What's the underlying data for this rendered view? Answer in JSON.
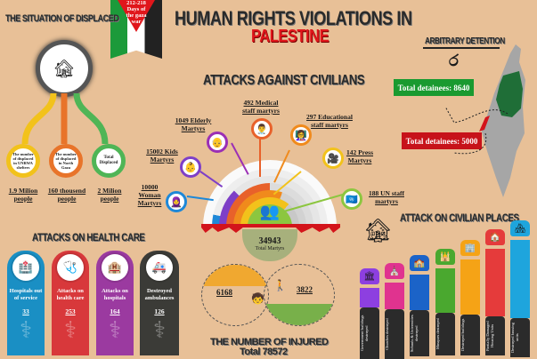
{
  "header": {
    "title_line1": "HUMAN RIGHTS VIOLATIONS IN",
    "title_line2": "PALESTINE",
    "flag_banner": "212-218 Days of the gaza war"
  },
  "colors": {
    "background": "#e8c097",
    "red": "#e0161b",
    "green": "#1f8f3a",
    "black": "#222222"
  },
  "displaced": {
    "title": "THE SITUATION OF DISPLACED",
    "icon": "displaced-family-icon",
    "items": [
      {
        "label": "The number of displaced in UNRWA shelters",
        "value": "1.9 Milion people",
        "color": "#f2c21b"
      },
      {
        "label": "The number of displaced in North Gaza",
        "value": "160 thousend people",
        "color": "#e8742a"
      },
      {
        "label": "Total Displaced",
        "value": "2 Milion people",
        "color": "#4fb556"
      }
    ]
  },
  "civilians": {
    "title": "ATTACKS AGAINST CIVILIANS",
    "total_value": "34943",
    "total_label": "Total Martyrs",
    "items": [
      {
        "label": "10000 Woman Martyrs",
        "icon": "woman-icon",
        "color": "#1e88d8"
      },
      {
        "label": "15002 Kids Martyrs",
        "icon": "child-icon",
        "color": "#7e3fc7"
      },
      {
        "label": "1049 Elderly Martyrs",
        "icon": "elderly-icon",
        "color": "#9b2fb5"
      },
      {
        "label": "492 Medical staff martyrs",
        "icon": "medical-staff-icon",
        "color": "#e8612a"
      },
      {
        "label": "297 Educational staff martyrs",
        "icon": "teacher-icon",
        "color": "#f08a1c"
      },
      {
        "label": "142 Press Martyrs",
        "icon": "press-icon",
        "color": "#f2c21b"
      },
      {
        "label": "188 UN staff martyrs",
        "icon": "un-icon",
        "color": "#8cc63f"
      }
    ]
  },
  "detention": {
    "title": "ARBITRARY DETENTION",
    "icon": "handcuffs-icon",
    "west_bank": "Total detainees: 8640",
    "gaza": "Total detainees: 5000"
  },
  "health": {
    "title": "ATTACKS ON HEALTH CARE",
    "cards": [
      {
        "label": "Hospitals out of service",
        "value": "33",
        "color": "#1a8fc4",
        "icon": "hospital-icon"
      },
      {
        "label": "Attacks on health care",
        "value": "253",
        "color": "#d8383b",
        "icon": "health-care-icon"
      },
      {
        "label": "Attacks on hospitals",
        "value": "164",
        "color": "#9b3aa0",
        "icon": "hospital-building-icon"
      },
      {
        "label": "Destroyed ambulances",
        "value": "126",
        "color": "#3b3b37",
        "icon": "ambulance-icon"
      }
    ]
  },
  "injured": {
    "title": "THE NUMBER OF INJURED",
    "total": "Total 78572",
    "left_value": "6168",
    "right_value": "3822"
  },
  "civilian_places": {
    "title": "ATTACK ON CIVILIAN PLACES",
    "bars": [
      {
        "label": "Government buildings destroyed",
        "color": "#8d3fe0",
        "icon": "government-icon"
      },
      {
        "label": "Churches destroyed",
        "color": "#e0338f",
        "icon": "church-icon"
      },
      {
        "label": "Schools & Universities destroyed",
        "color": "#1b63c8",
        "icon": "school-icon"
      },
      {
        "label": "Mosques destroyed",
        "color": "#4aa82f",
        "icon": "mosque-icon"
      },
      {
        "label": "Destroyed buildings",
        "color": "#f5a316",
        "icon": "ruined-building-icon"
      },
      {
        "label": "Partially Damaged Housing Units",
        "color": "#e53b3b",
        "icon": "damaged-house-icon"
      },
      {
        "label": "Destroyed housing units",
        "color": "#1ea5dd",
        "icon": "housing-icon"
      }
    ]
  }
}
